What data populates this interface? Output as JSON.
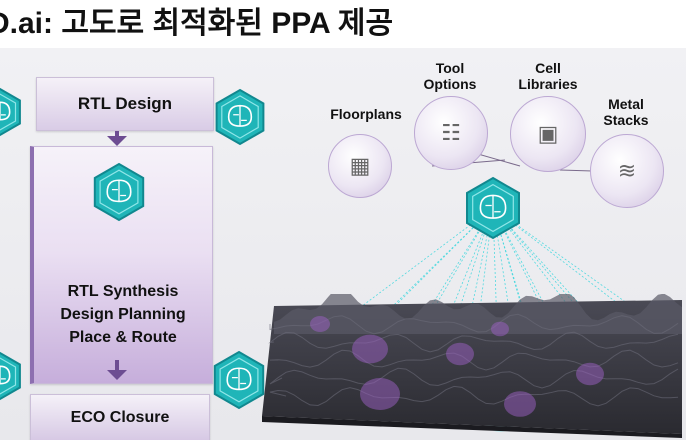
{
  "header": {
    "title": "D.ai: 고도로 최적화된 PPA 제공"
  },
  "flow": {
    "rtl_design": "RTL Design",
    "synthesis_lines": [
      "RTL Synthesis",
      "Design Planning",
      "Place & Route"
    ],
    "eco_closure": "ECO Closure"
  },
  "inputs": [
    {
      "label": "Floorplans",
      "icon": "floorplan-grid-icon"
    },
    {
      "label": "Tool\nOptions",
      "icon": "sliders-icon"
    },
    {
      "label": "Cell\nLibraries",
      "icon": "cell-library-icon"
    },
    {
      "label": "Metal\nStacks",
      "icon": "metal-stack-icon"
    }
  ],
  "colors": {
    "teal": "#1fb5b8",
    "teal_dark": "#11888f",
    "purple": "#6d4d92",
    "lavender": "#d9cce6",
    "terrain": "#2a2a30",
    "beam": "#38d6dd"
  },
  "icons": [
    "brain-hex-icon",
    "down-arrow-icon"
  ]
}
